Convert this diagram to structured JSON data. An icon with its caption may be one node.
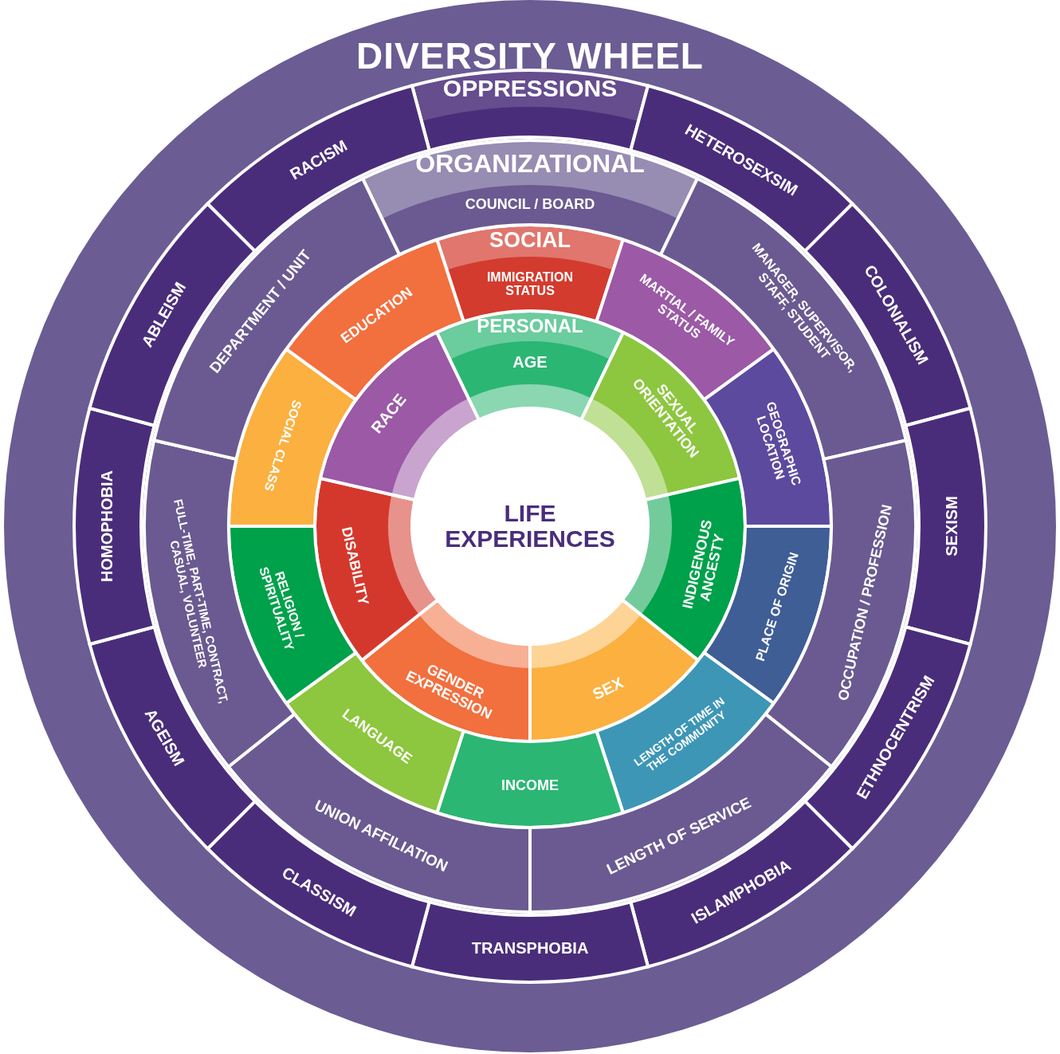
{
  "diagram": {
    "title": "DIVERSITY WHEEL",
    "nodes": [
      {
        "text": [
          "LIFE EXPERIENCES"
        ]
      },
      {
        "text": [
          "PERSONAL",
          "AGE"
        ]
      },
      {
        "text": [
          "SEXUAL ORIENTATION"
        ]
      },
      {
        "text": [
          "INDIGENOUS ANCESTY"
        ]
      },
      {
        "text": [
          "SEX"
        ]
      },
      {
        "text": [
          "GENDER EXPRESSION"
        ]
      },
      {
        "text": [
          "DISABILITY"
        ]
      },
      {
        "text": [
          "RACE"
        ]
      },
      {
        "text": [
          "SOCIAL",
          "IMMIGRATION STATUS"
        ]
      },
      {
        "text": [
          "MARTIAL / FAMILY STATUS"
        ]
      },
      {
        "text": [
          "GEOGRAPHIC LOCATION"
        ]
      },
      {
        "text": [
          "PLACE OF ORIGIN"
        ]
      },
      {
        "text": [
          "LENGTH OF TIME IN THE COMMUNITY"
        ]
      },
      {
        "text": [
          "INCOME"
        ]
      },
      {
        "text": [
          "LANGUAGE"
        ]
      },
      {
        "text": [
          "RELIGION / SPIRITUALITY"
        ]
      },
      {
        "text": [
          "SOCIAL CLASS"
        ]
      },
      {
        "text": [
          "EDUCATION"
        ]
      },
      {
        "text": [
          "ORGANIZATIONAL",
          "COUNCIL / BOARD"
        ]
      },
      {
        "text": [
          "MANAGER, SUPERVISOR, STAFF, STUDENT"
        ]
      },
      {
        "text": [
          "OCCUPATION / PROFESSION"
        ]
      },
      {
        "text": [
          "LENGTH OF SERVICE"
        ]
      },
      {
        "text": [
          "UNION AFFILIATION"
        ]
      },
      {
        "text": [
          "FULL-TIME, PART-TIME, CONTRACT, CASUAL, VOLUNTEER"
        ]
      },
      {
        "text": [
          "DEPARTMENT / UNIT"
        ]
      },
      {
        "text": [
          "OPPRESSIONS"
        ]
      },
      {
        "text": [
          "HETEROSEXSIM"
        ]
      },
      {
        "text": [
          "COLONIALISM"
        ]
      },
      {
        "text": [
          "SEXISM"
        ]
      },
      {
        "text": [
          "ETHNOCENTRISM"
        ]
      },
      {
        "text": [
          "ISLAMPHOBIA"
        ]
      },
      {
        "text": [
          "TRANSPHOBIA"
        ]
      },
      {
        "text": [
          "CLASSISM"
        ]
      },
      {
        "text": [
          "AGEISM"
        ]
      },
      {
        "text": [
          "HOMOPHOBIA"
        ]
      },
      {
        "text": [
          "ABLEISM"
        ]
      },
      {
        "text": [
          "RACISM"
        ]
      }
    ]
  }
}
